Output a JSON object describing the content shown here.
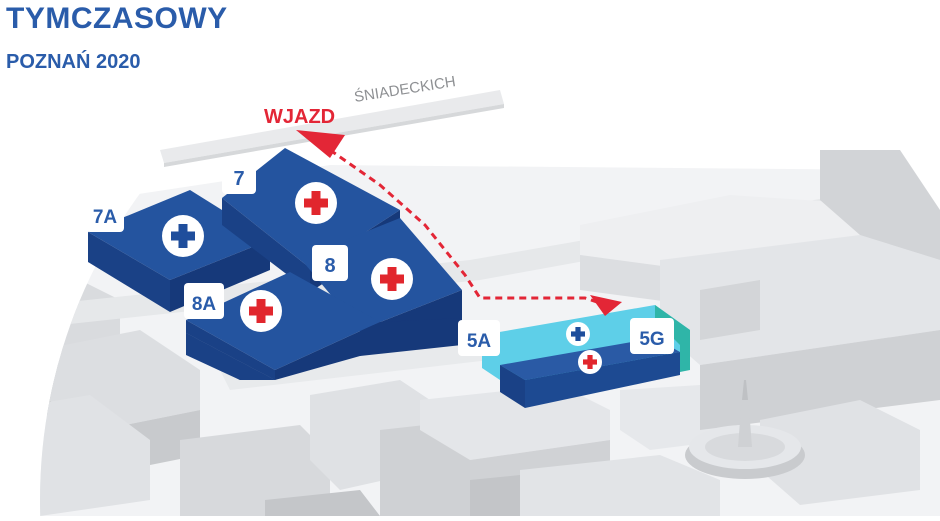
{
  "header": {
    "title": "TYMCZASOWY",
    "subtitle": "POZNAŃ 2020"
  },
  "map": {
    "street_name": "ŚNIADECKICH",
    "entrance_label": "WJAZD",
    "pavilions": {
      "p7A": "7A",
      "p7": "7",
      "p8": "8",
      "p8A": "8A",
      "p5A": "5A",
      "p5G": "5G"
    },
    "icons": [
      "red-cross-icon",
      "blue-cross-icon"
    ],
    "colors": {
      "pavilion_dark_blue": "#1f4e9c",
      "pavilion_light_blue": "#5ecfe8",
      "route_red": "#e32636",
      "cross_red": "#e1262d",
      "cross_blue": "#1f4e9c",
      "title_blue": "#2a5caa"
    }
  }
}
